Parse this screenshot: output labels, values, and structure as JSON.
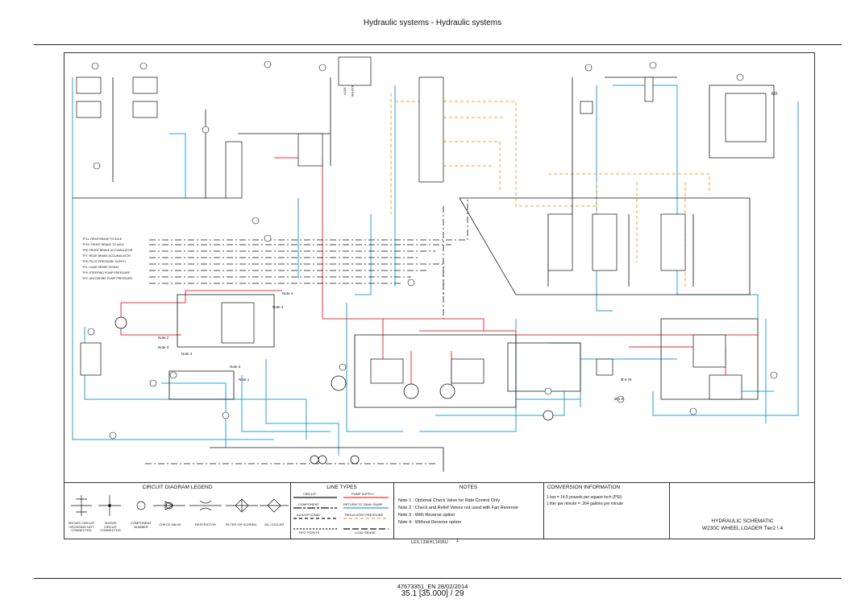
{
  "header": {
    "title": "Hydraulic systems - Hydraulic systems"
  },
  "schematic": {
    "test_points": [
      "TP11: REAR BRAKE TO AXLE",
      "TP10: FRONT BRAKE TO AXLE",
      "TP6: FRONT BRAKE ACCUMULATOR",
      "TP7: REAR BRAKE ACCUMULATOR",
      "TP8: PILOT PRESSURE SUPPLY",
      "TP1: LOAD SENSE SIGNAL",
      "TP9: STEERING PUMP PRESSURE",
      "TP2: UNLOADING PUMP PRESSURE"
    ],
    "note_labels": [
      "Note 4",
      "Note 3",
      "Note 2",
      "Note 3",
      "Note 4",
      "Note 3",
      "Note 1"
    ],
    "annotations": [
      "Ø 0.75",
      "Ø 1.8",
      "LOCK",
      "UNLOCK",
      "MX"
    ]
  },
  "legend": {
    "circuit_title": "CIRCUIT DIAGRAM LEGEND",
    "symbols": [
      "SHOWS CIRCUIT CROSSING NOT CONNECTED",
      "SHOWS CIRCUIT CONNECTED",
      "COMPONENT NUMBER",
      "CHECK VALVE",
      "RESTRICTOR",
      "FILTER OR SCREEN",
      "OIL COOLER"
    ],
    "line_types_title": "LINE TYPES",
    "line_types": [
      {
        "label": "CIRCUIT",
        "color": "#111111"
      },
      {
        "label": "COMPONENT",
        "color": "#111111"
      },
      {
        "label": "AUX/OPTIONAL",
        "color": "#111111"
      },
      {
        "label": "TEST POINTS",
        "color": "#111111"
      },
      {
        "label": "PUMP SUPPLY",
        "color": "#e8333a"
      },
      {
        "label": "RETURN TO TANK/ SUMP",
        "color": "#2a9fd6"
      },
      {
        "label": "REGULATED PRESSURE",
        "color": "#f0a030"
      },
      {
        "label": "LOAD SENSE",
        "color": "#111111"
      }
    ],
    "notes_title": "NOTES",
    "notes": [
      "Note 1 : Optional Check Valve for Ride Control Only",
      "Note 2 : Check and Relief Valves not used with Fan Reverser",
      "Note 3 : With Reverse option",
      "Note 4 : Without Reverse option"
    ],
    "conversion_title": "CONVERSION INFORMATION",
    "conversions": [
      "1 bar = 14.5 pounds per square inch (PSI)",
      "1 liter per minute = .264 gallons per minute"
    ],
    "schematic_title": "HYDRAULIC SCHEMATIC",
    "schematic_subtitle": "W230C WHEEL LOADER Tier2 \\ 4"
  },
  "sheet": {
    "id": "LEIL13WHL1496U",
    "number": "1"
  },
  "footer": {
    "doc": "47673351_EN 28/02/2014",
    "page": "35.1 [35.000] / 29"
  },
  "colors": {
    "pump_supply": "#e8333a",
    "return": "#2a9fd6",
    "regulated": "#f0a030",
    "line": "#111111"
  }
}
